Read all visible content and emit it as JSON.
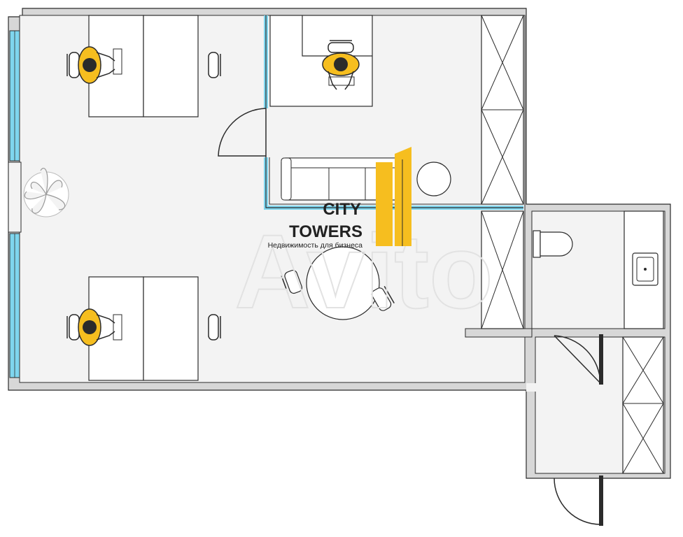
{
  "logo": {
    "line1": "CITY",
    "line2": "TOWERS",
    "tagline": "Недвижимость для бизнеса",
    "watermark": "Avito"
  },
  "colors": {
    "wall": "#d7d7d7",
    "floor": "#f3f3f3",
    "window_glass": "#7fd6ee",
    "accent_yellow": "#f6be1f",
    "line": "#2b2b2b",
    "furniture": "#ffffff"
  },
  "rooms": [
    "main-office",
    "glass-cabinet",
    "bathroom",
    "corridor"
  ],
  "furniture": {
    "desks": 3,
    "workers": 3,
    "sofa": "three-seat",
    "round_table_chairs": 2,
    "wardrobes": 3
  }
}
